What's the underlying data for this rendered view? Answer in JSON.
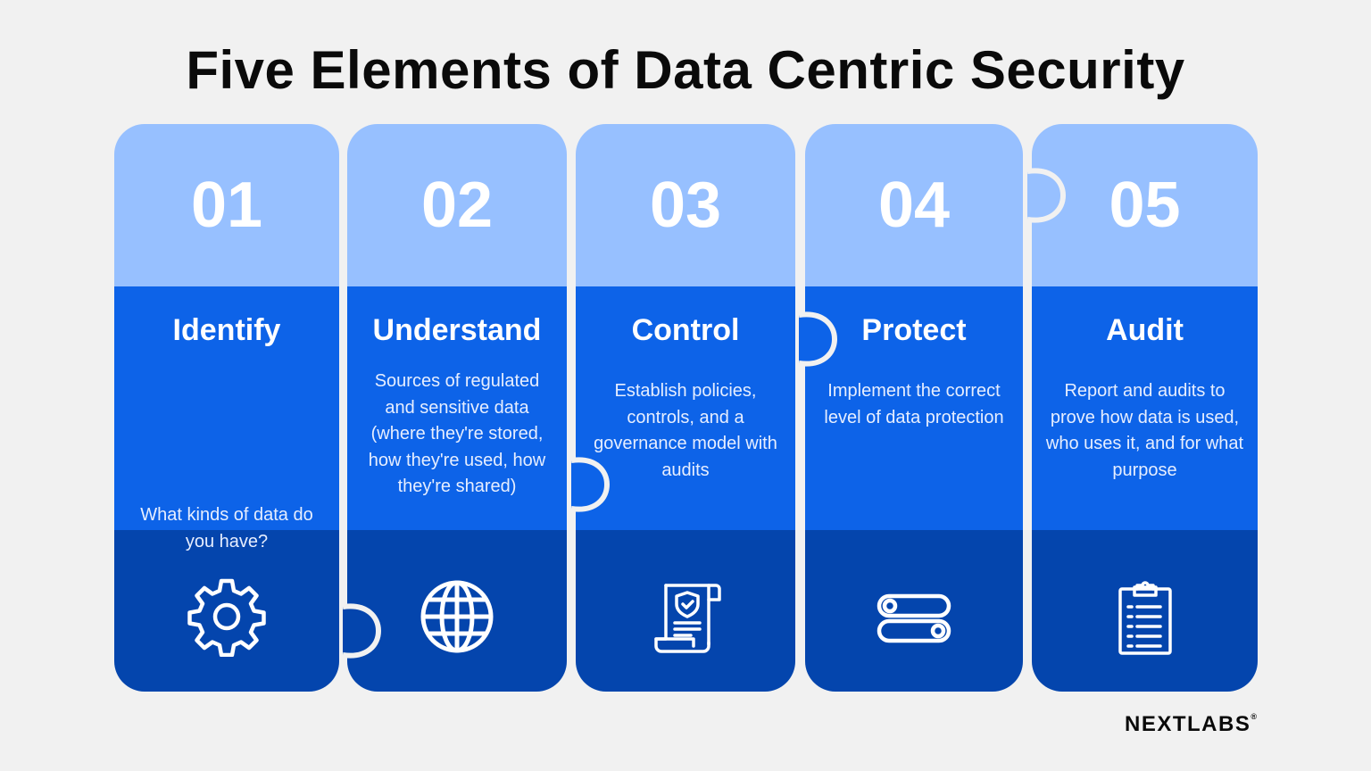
{
  "title": "Five Elements of Data Centric Security",
  "colors": {
    "top_band": "#97c0ff",
    "middle_band": "#0d63e8",
    "bottom_band": "#0445ad",
    "background": "#f1f1f1"
  },
  "elements": [
    {
      "number": "01",
      "heading": "Identify",
      "description": "What kinds of data do you have?",
      "icon": "gear-icon"
    },
    {
      "number": "02",
      "heading": "Understand",
      "description": "Sources of regulated and sensitive data (where they're stored, how they're used, how they're shared)",
      "icon": "globe-icon"
    },
    {
      "number": "03",
      "heading": "Control",
      "description": "Establish policies, controls, and a governance model with audits",
      "icon": "policy-scroll-icon"
    },
    {
      "number": "04",
      "heading": "Protect",
      "description": "Implement the correct level of data protection",
      "icon": "toggle-switches-icon"
    },
    {
      "number": "05",
      "heading": "Audit",
      "description": "Report and audits to prove how data is used, who uses it, and for what purpose",
      "icon": "clipboard-checklist-icon"
    }
  ],
  "brand": {
    "name": "NEXTLABS",
    "mark": "®"
  }
}
